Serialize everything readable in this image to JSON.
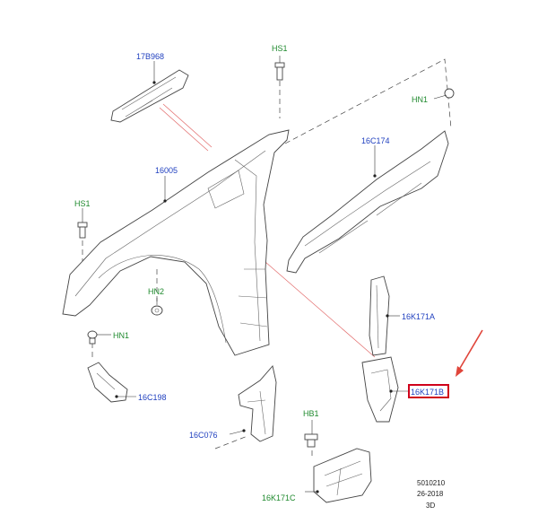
{
  "labels": {
    "p17B968": "17B968",
    "pHS1a": "HS1",
    "pHN1a": "HN1",
    "p16C174": "16C174",
    "p16005": "16005",
    "pHS1b": "HS1",
    "pHN2": "HN2",
    "p16K171A": "16K171A",
    "pHN1b": "HN1",
    "p16K171B": "16K171B",
    "p16C198": "16C198",
    "pHB1": "HB1",
    "p16C076": "16C076",
    "p16K171C": "16K171C"
  },
  "footer": {
    "line1": "5010210",
    "line2": "26-2018",
    "line3": "3D"
  },
  "colors": {
    "part_number": "#1f3fbf",
    "fastener": "#1f8a2e",
    "highlight_box": "#d0021b",
    "arrow": "#e0453a"
  }
}
